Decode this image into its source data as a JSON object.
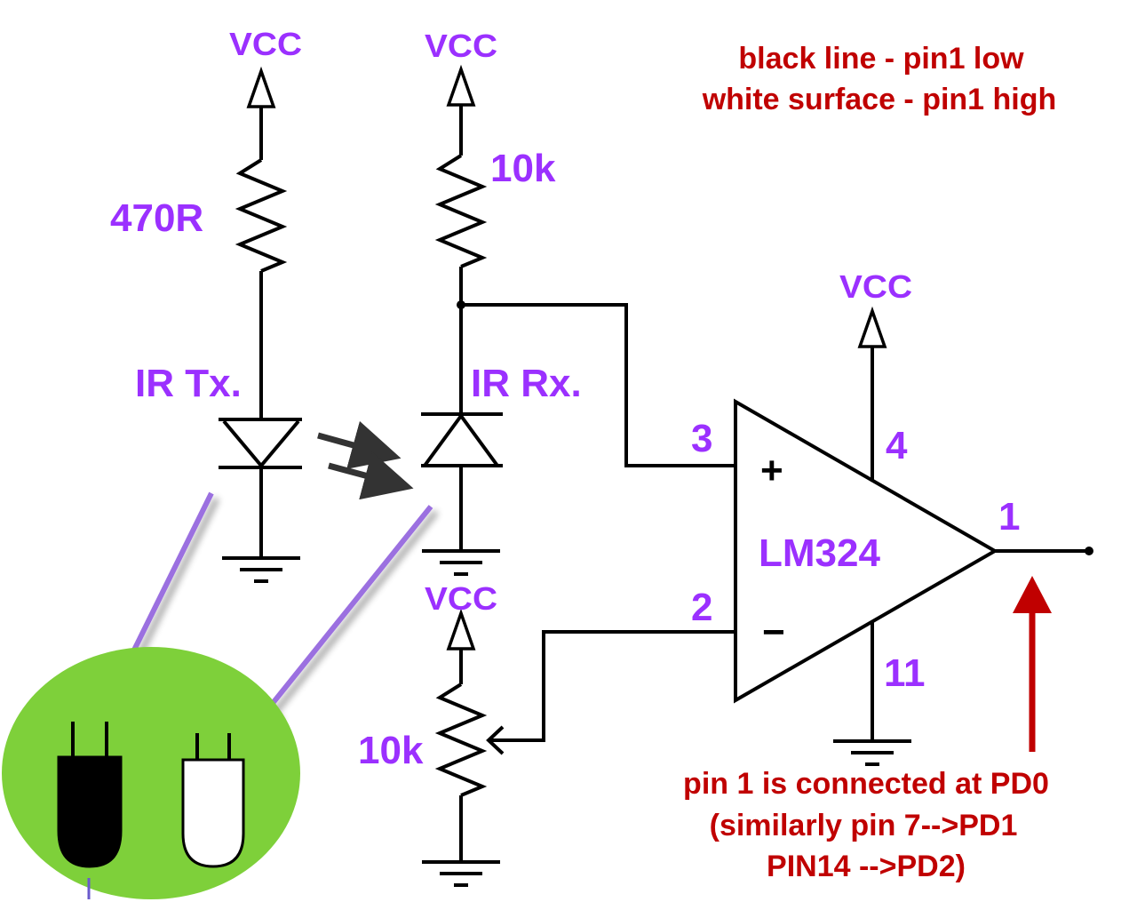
{
  "colors": {
    "label": "#9b30ff",
    "note": "#c00000",
    "wire": "#000000",
    "pointer": "#9b6fe0",
    "sensor_board": "#7ed03a"
  },
  "labels": {
    "vcc_tx": "VCC",
    "vcc_rx": "VCC",
    "vcc_pot": "VCC",
    "vcc_opamp": "VCC",
    "r_tx": "470R",
    "r_rx": "10k",
    "r_pot": "10k",
    "ir_tx": "IR Tx.",
    "ir_rx": "IR Rx.",
    "opamp": "LM324",
    "pin_plus": "3",
    "pin_minus": "2",
    "pin_vcc": "4",
    "pin_gnd": "11",
    "pin_out": "1",
    "plus_sign": "+",
    "minus_sign": "−"
  },
  "notes": {
    "line1": "black line - pin1 low",
    "line2": "white surface - pin1 high",
    "out_line1": "pin 1 is connected at PD0",
    "out_line2": "(similarly pin 7-->PD1",
    "out_line3": "PIN14 -->PD2)"
  },
  "icons": {
    "tx_led": "ir-led-black",
    "rx_led": "ir-photodiode-white"
  }
}
